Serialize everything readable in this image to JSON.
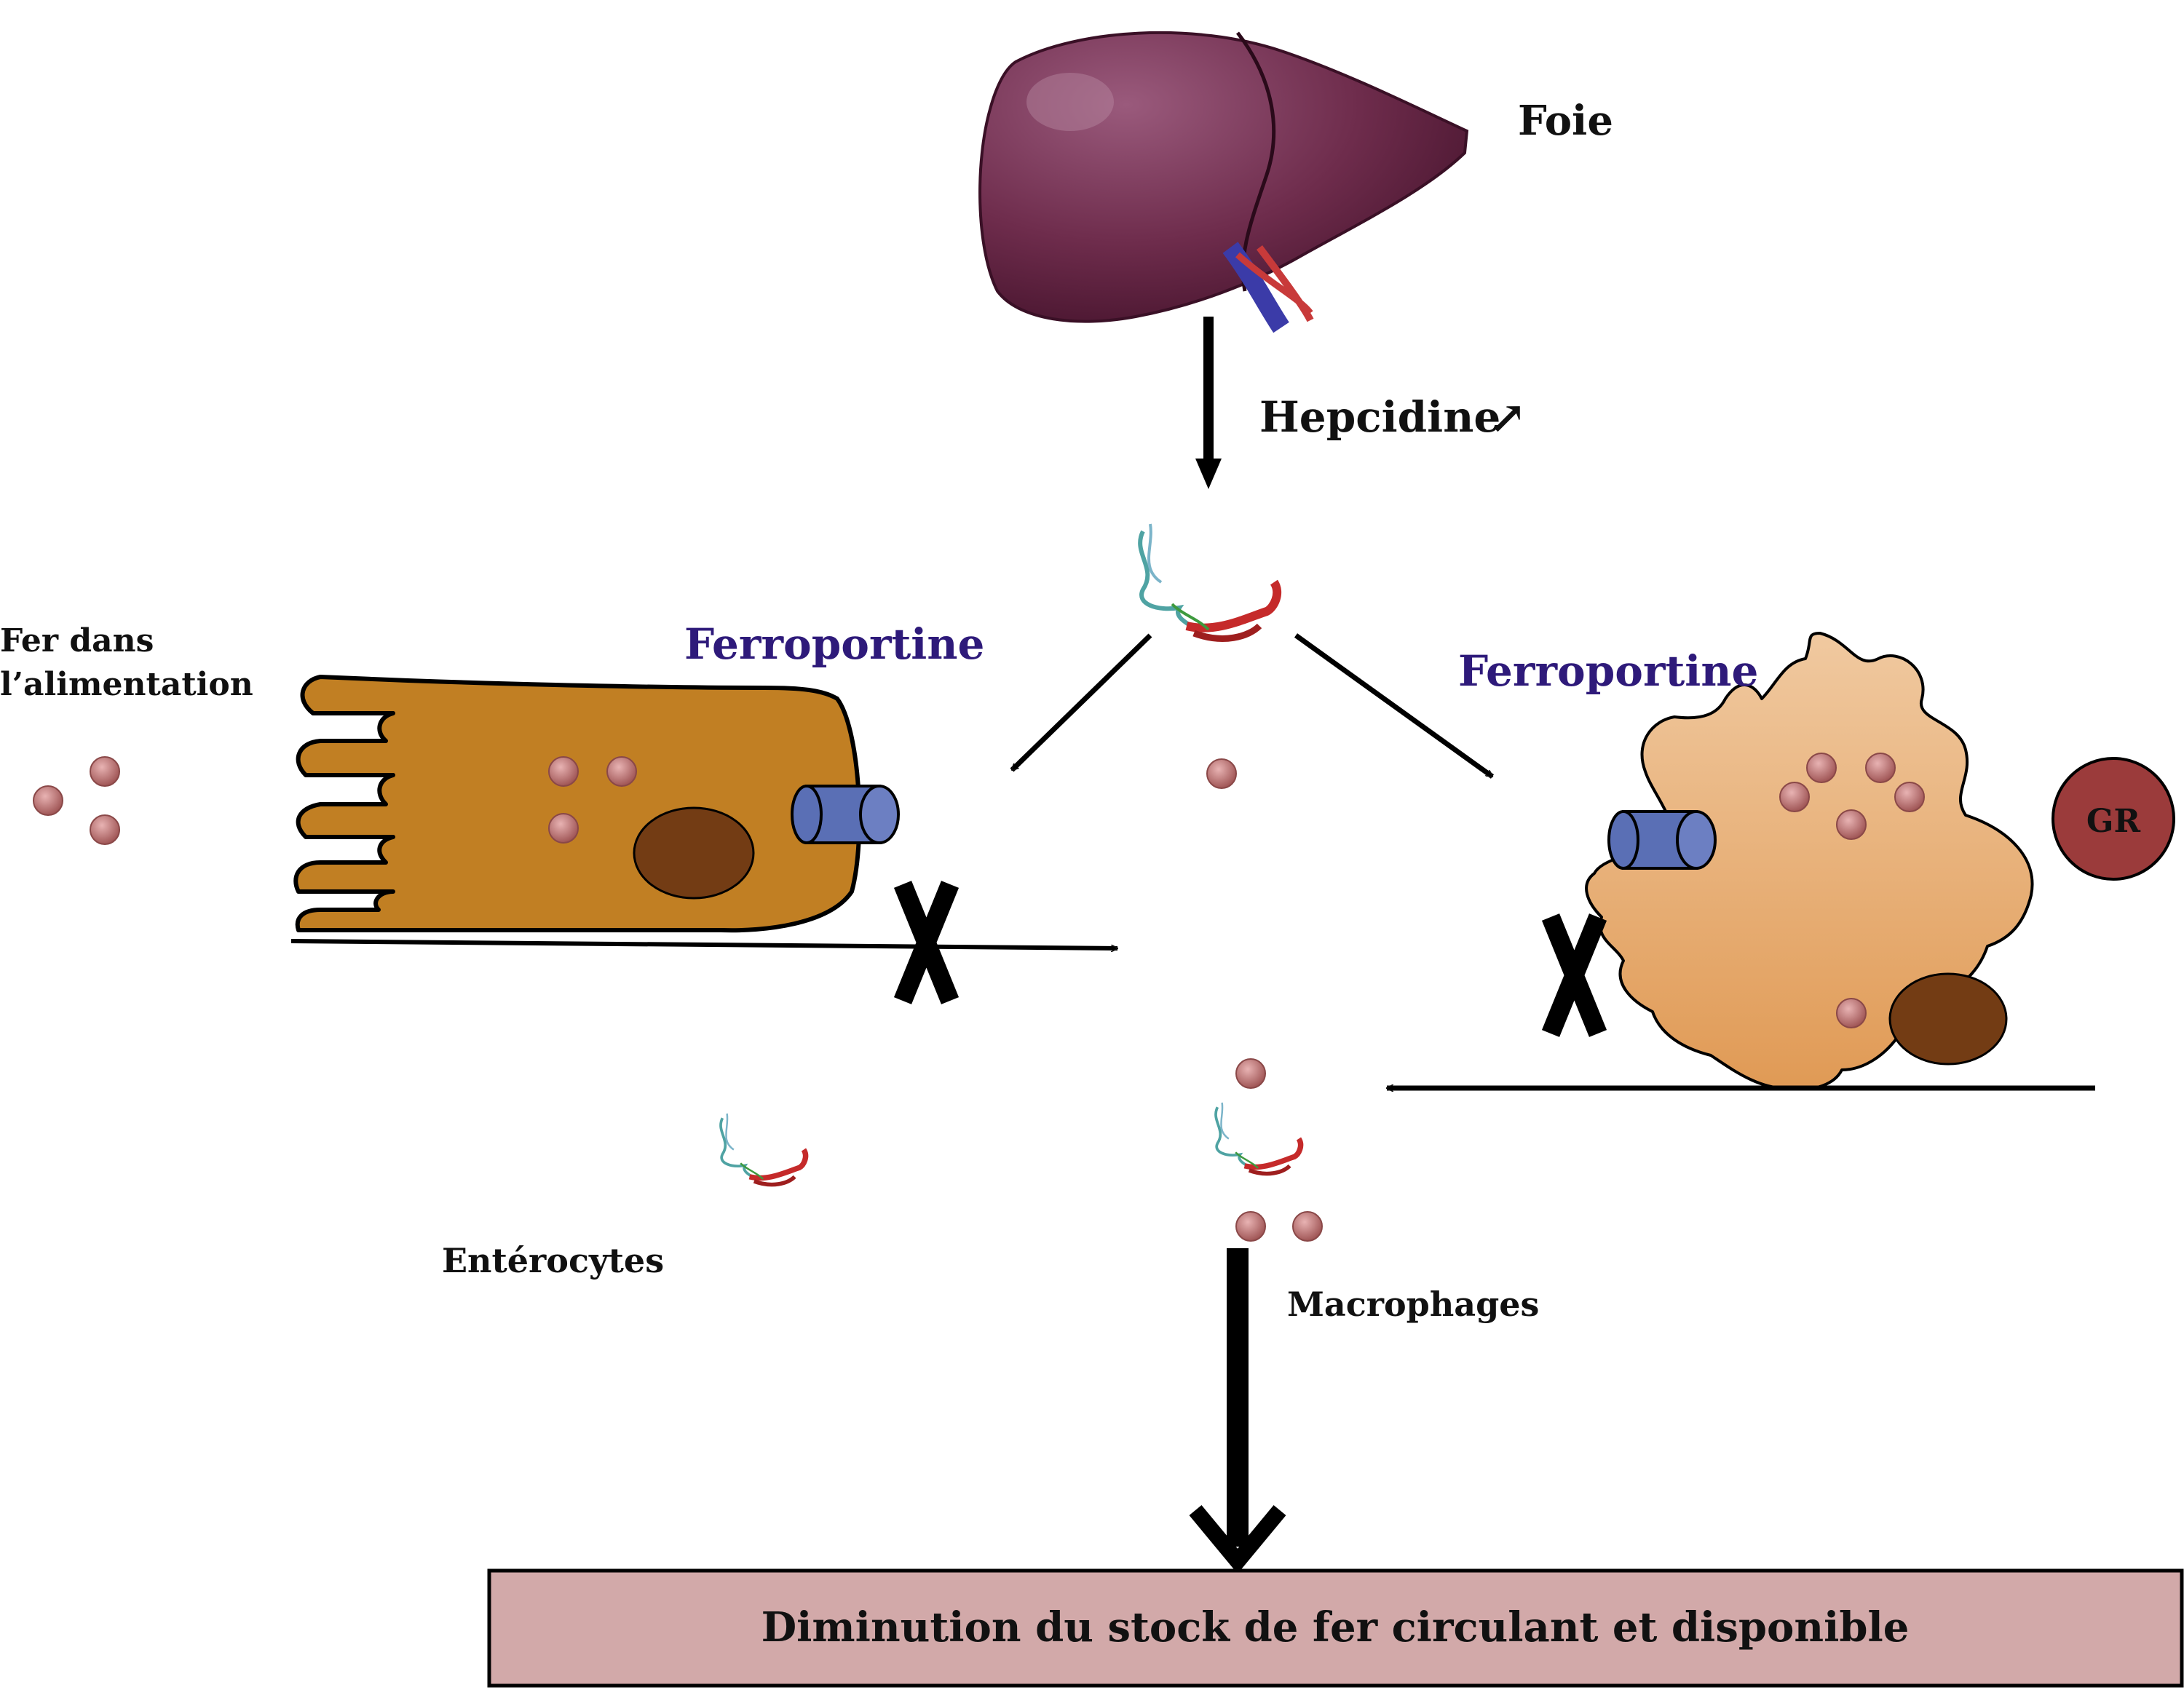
{
  "labels": {
    "liver": "Foie",
    "hormone": "Hepcidine",
    "hormone_trend_arrow": "↗",
    "dietary_iron_line1": "Fer dans",
    "dietary_iron_line2": "l’alimentation",
    "ferroportin_left": "Ferroportine",
    "ferroportin_right": "Ferroportine",
    "red_cell": "GR",
    "enterocytes": "Entérocytes",
    "macrophages": "Macrophages",
    "outcome": "Diminution du stock de fer circulant et disponible"
  },
  "colors": {
    "liver": "#6e2c4c",
    "enterocyte": "#c17f23",
    "macrophage": "#e6a36a",
    "nucleus": "#733c14",
    "ferroportin_channel": "#5a6fb5",
    "iron_particle": "#b76b6b",
    "red_cell": "#9b3b3b",
    "outcome_box": "#d2a9a9",
    "ferroportin_text": "#2e1a7a"
  },
  "icons": {
    "organ": "liver-icon",
    "peptide": "hepcidin-molecule-icon",
    "block": "blocked-x-icon"
  }
}
